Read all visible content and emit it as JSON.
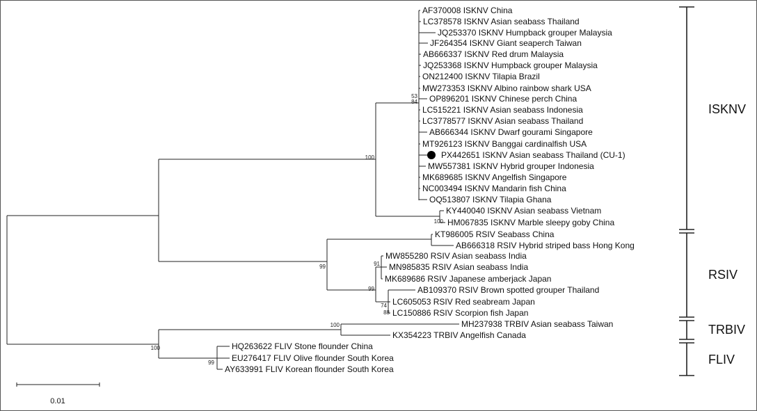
{
  "tree": {
    "leaves": [
      {
        "id": "l0",
        "label": "AF370008 ISKNV China"
      },
      {
        "id": "l1",
        "label": "LC378578 ISKNV Asian seabass Thailand"
      },
      {
        "id": "l2",
        "label": "JQ253370 ISKNV Humpback grouper Malaysia"
      },
      {
        "id": "l3",
        "label": "JF264354 ISKNV Giant seaperch Taiwan"
      },
      {
        "id": "l4",
        "label": "AB666337 ISKNV Red drum Malaysia"
      },
      {
        "id": "l5",
        "label": "JQ253368 ISKNV Humpback grouper Malaysia"
      },
      {
        "id": "l6",
        "label": "ON212400 ISKNV Tilapia Brazil"
      },
      {
        "id": "l7",
        "label": "MW273353 ISKNV Albino rainbow shark USA"
      },
      {
        "id": "l8",
        "label": "OP896201 ISKNV Chinese perch China"
      },
      {
        "id": "l9",
        "label": "LC515221 ISKNV Asian seabass Indonesia"
      },
      {
        "id": "l10",
        "label": "LC3778577 ISKNV Asian seabass Thailand"
      },
      {
        "id": "l11",
        "label": "AB666344 ISKNV Dwarf gourami Singapore"
      },
      {
        "id": "l12",
        "label": "MT926123 ISKNV Banggai cardinalfish USA"
      },
      {
        "id": "l13",
        "label": "PX442651 ISKNV Asian seabass Thailand (CU-1)",
        "marker": "filled-circle"
      },
      {
        "id": "l14",
        "label": "MW557381 ISKNV Hybrid grouper Indonesia"
      },
      {
        "id": "l15",
        "label": "MK689685 ISKNV Angelfish Singapore"
      },
      {
        "id": "l16",
        "label": "NC003494 ISKNV Mandarin fish China"
      },
      {
        "id": "l17",
        "label": "OQ513807 ISKNV Tilapia Ghana"
      },
      {
        "id": "l18",
        "label": "KY440040 ISKNV Asian seabass Vietnam"
      },
      {
        "id": "l19",
        "label": "HM067835 ISKNV Marble sleepy goby China"
      },
      {
        "id": "l20",
        "label": "KT986005 RSIV Seabass China"
      },
      {
        "id": "l21",
        "label": "AB666318 RSIV Hybrid striped bass Hong Kong"
      },
      {
        "id": "l22",
        "label": "MW855280 RSIV Asian seabass India"
      },
      {
        "id": "l23",
        "label": "MN985835 RSIV Asian seabass India"
      },
      {
        "id": "l24",
        "label": "MK689686 RSIV Japanese amberjack Japan"
      },
      {
        "id": "l25",
        "label": "AB109370 RSIV Brown spotted grouper Thailand"
      },
      {
        "id": "l26",
        "label": "LC605053 RSIV Red seabream Japan"
      },
      {
        "id": "l27",
        "label": "LC150886 RSIV Scorpion fish Japan"
      },
      {
        "id": "l28",
        "label": "MH237938 TRBIV Asian seabass Taiwan"
      },
      {
        "id": "l29",
        "label": "KX354223 TRBIV Angelfish Canada"
      },
      {
        "id": "l30",
        "label": "HQ263622 FLIV Stone flounder China"
      },
      {
        "id": "l31",
        "label": "EU276417 FLIV Olive flounder South Korea"
      },
      {
        "id": "l32",
        "label": "AY633991 FLIV Korean flounder South Korea"
      }
    ],
    "bootstrap": [
      {
        "id": "b_isknv_main",
        "value": "100"
      },
      {
        "id": "b_isknv_53",
        "value": "53"
      },
      {
        "id": "b_isknv_84",
        "value": "84"
      },
      {
        "id": "b_vietnam_goby",
        "value": "100"
      },
      {
        "id": "b_rsiv",
        "value": "99"
      },
      {
        "id": "b_rsiv_91",
        "value": "91"
      },
      {
        "id": "b_rsiv_99b",
        "value": "99"
      },
      {
        "id": "b_rsiv_74",
        "value": "74"
      },
      {
        "id": "b_rsiv_88",
        "value": "88"
      },
      {
        "id": "b_trbiv",
        "value": "100"
      },
      {
        "id": "b_trbiv_fliv",
        "value": "100"
      },
      {
        "id": "b_fliv",
        "value": "99"
      }
    ],
    "clades": [
      {
        "id": "c_isknv",
        "label": "ISKNV"
      },
      {
        "id": "c_rsiv",
        "label": "RSIV"
      },
      {
        "id": "c_trbiv",
        "label": "TRBIV"
      },
      {
        "id": "c_fliv",
        "label": "FLIV"
      }
    ]
  },
  "scale_bar": {
    "label": "0.01"
  }
}
